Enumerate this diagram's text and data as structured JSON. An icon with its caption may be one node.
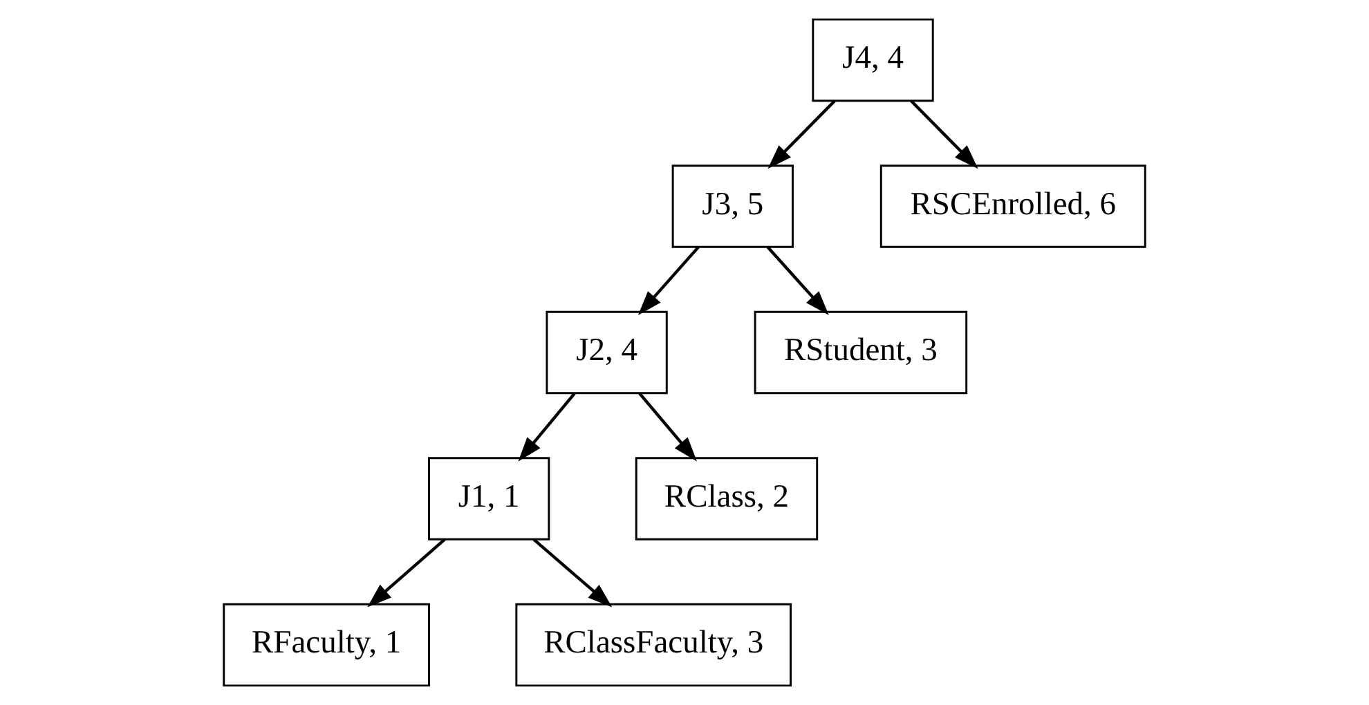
{
  "diagram": {
    "nodes": [
      {
        "text": [
          "J4, 4"
        ]
      },
      {
        "text": [
          "J3, 5"
        ]
      },
      {
        "text": [
          "RSCEnrolled, 6"
        ]
      },
      {
        "text": [
          "J2, 4"
        ]
      },
      {
        "text": [
          "RStudent, 3"
        ]
      },
      {
        "text": [
          "J1, 1"
        ]
      },
      {
        "text": [
          "RClass, 2"
        ]
      },
      {
        "text": [
          "RFaculty, 1"
        ]
      },
      {
        "text": [
          "RClassFaculty, 3"
        ]
      }
    ],
    "edges": [
      {
        "from": 0,
        "to": 1,
        "arrow": "to"
      },
      {
        "from": 0,
        "to": 2,
        "arrow": "to"
      },
      {
        "from": 1,
        "to": 3,
        "arrow": "to"
      },
      {
        "from": 1,
        "to": 4,
        "arrow": "to"
      },
      {
        "from": 3,
        "to": 5,
        "arrow": "to"
      },
      {
        "from": 3,
        "to": 6,
        "arrow": "to"
      },
      {
        "from": 5,
        "to": 7,
        "arrow": "to"
      },
      {
        "from": 5,
        "to": 8,
        "arrow": "to"
      }
    ]
  }
}
